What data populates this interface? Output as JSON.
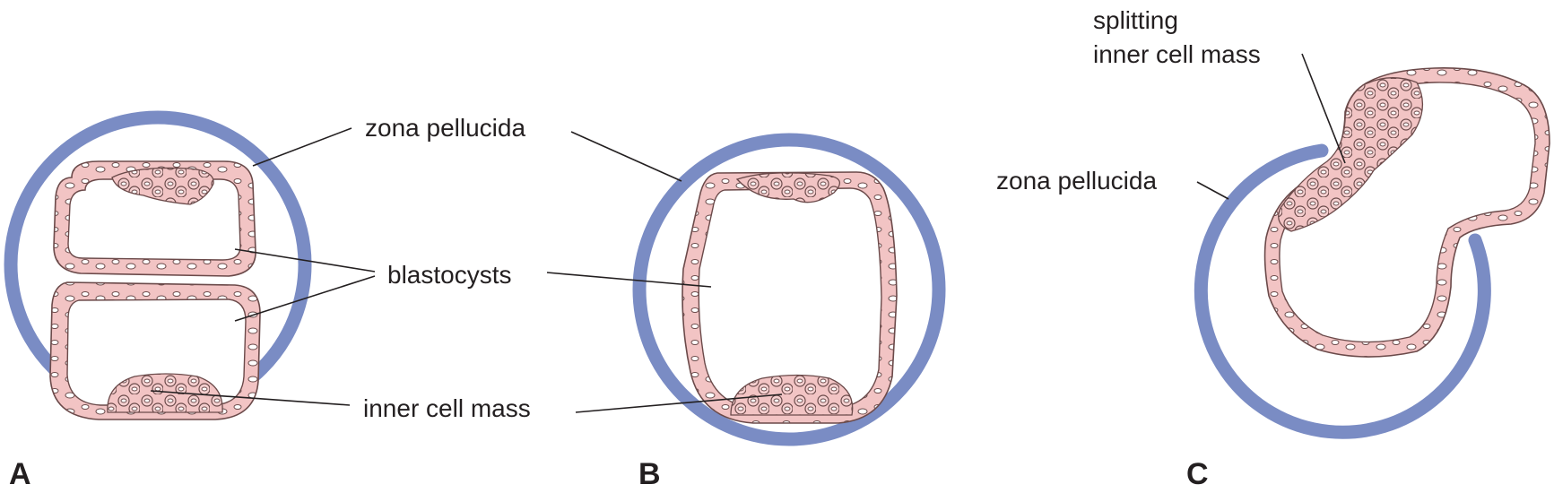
{
  "panels": [
    {
      "letter": "A"
    },
    {
      "letter": "B"
    },
    {
      "letter": "C"
    }
  ],
  "labels": {
    "zona_pellucida": "zona pellucida",
    "blastocysts": "blastocysts",
    "inner_cell_mass": "inner cell mass",
    "splitting_line1": "splitting",
    "splitting_line2": "inner cell mass",
    "zona_pellucida_c": "zona pellucida"
  },
  "colors": {
    "zona": "#7a8cc4",
    "cell_fill": "#f2c4c4",
    "cell_stroke": "#6b4a4a",
    "text": "#231f20"
  }
}
